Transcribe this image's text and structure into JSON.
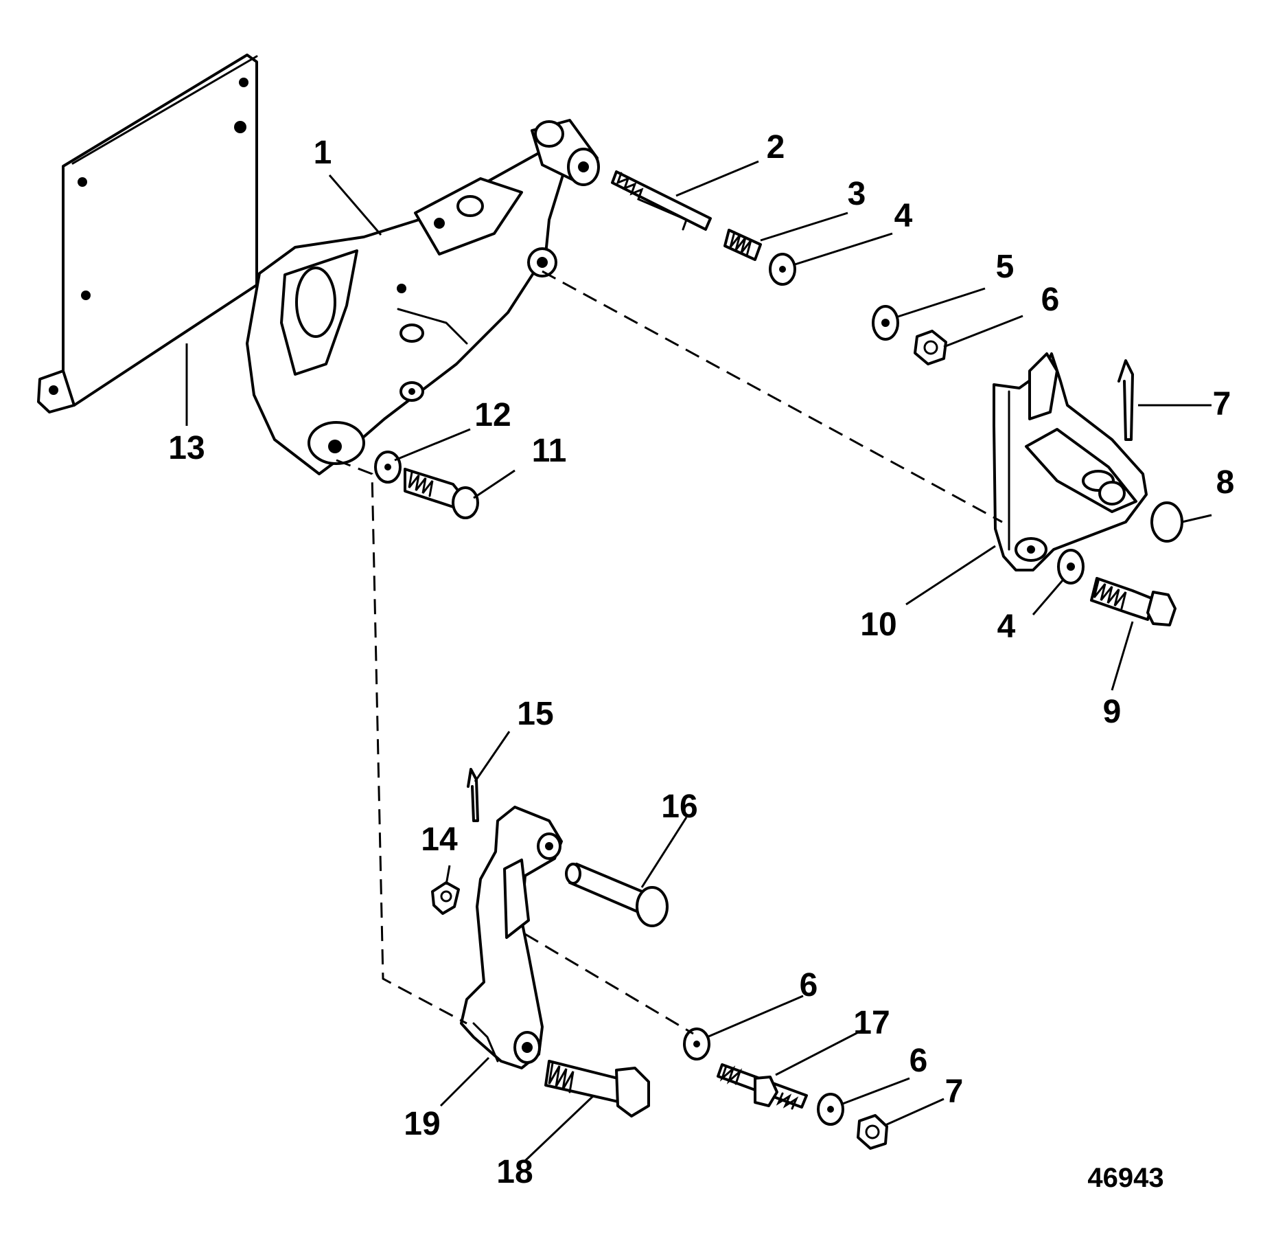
{
  "figure_id": "46943",
  "callouts": [
    "1",
    "2",
    "3",
    "4",
    "5",
    "6",
    "7",
    "8",
    "4",
    "9",
    "10",
    "11",
    "12",
    "13",
    "14",
    "15",
    "16",
    "6",
    "17",
    "6",
    "7",
    "18",
    "19"
  ]
}
